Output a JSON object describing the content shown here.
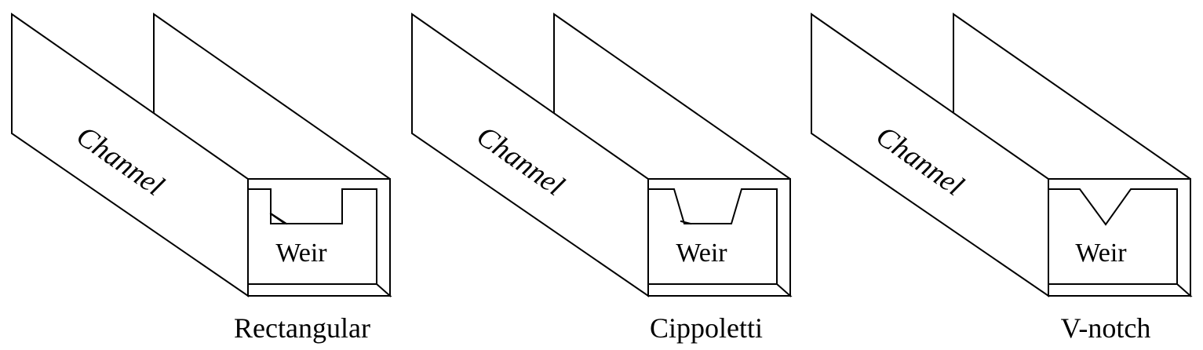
{
  "colors": {
    "line": "#000000",
    "background": "#ffffff"
  },
  "diagrams": [
    {
      "channel_label": "Channel",
      "weir_label": "Weir",
      "caption": "Rectangular",
      "notch": "rectangular"
    },
    {
      "channel_label": "Channel",
      "weir_label": "Weir",
      "caption": "Cippoletti",
      "notch": "cippoletti"
    },
    {
      "channel_label": "Channel",
      "weir_label": "Weir",
      "caption": "V-notch",
      "notch": "v-notch"
    }
  ]
}
